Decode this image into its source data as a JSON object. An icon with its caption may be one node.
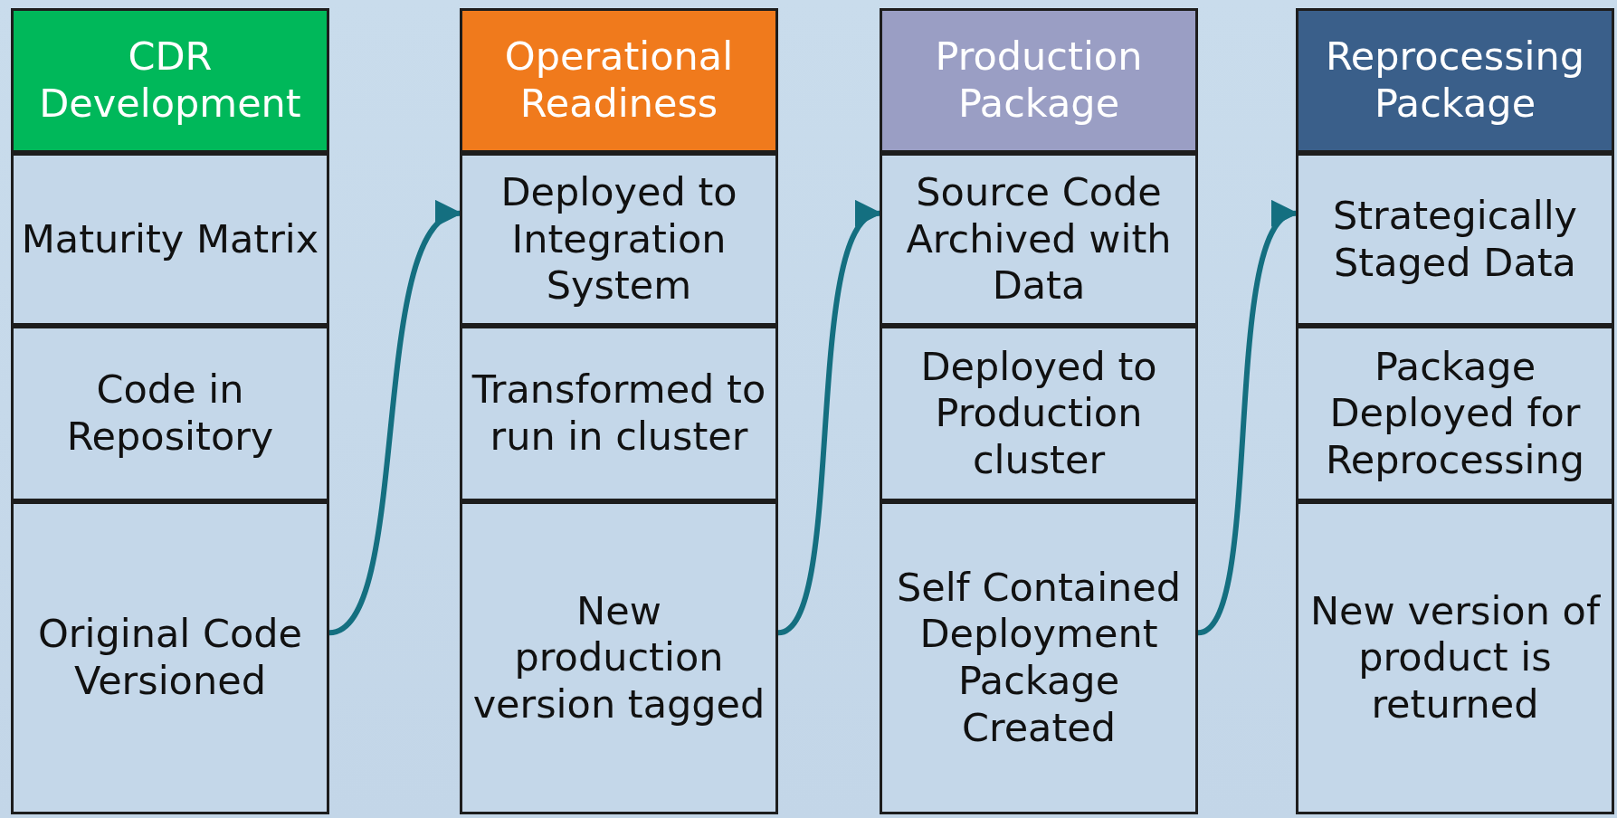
{
  "diagram": {
    "nodes": [
      {
        "text": [
          "CDR Development"
        ]
      },
      {
        "text": [
          "Maturity Matrix"
        ]
      },
      {
        "text": [
          "Code in Repository"
        ]
      },
      {
        "text": [
          "Original Code Versioned"
        ]
      },
      {
        "text": [
          "Operational Readiness"
        ]
      },
      {
        "text": [
          "Deployed to Integration System"
        ]
      },
      {
        "text": [
          "Transformed to run in cluster"
        ]
      },
      {
        "text": [
          "New production version tagged"
        ]
      },
      {
        "text": [
          "Production Package"
        ]
      },
      {
        "text": [
          "Source Code Archived with Data"
        ]
      },
      {
        "text": [
          "Deployed to Production cluster"
        ]
      },
      {
        "text": [
          "Self Contained Deployment Package Created"
        ]
      },
      {
        "text": [
          "Reprocessing Package"
        ]
      },
      {
        "text": [
          "Strategically Staged Data"
        ]
      },
      {
        "text": [
          "Package Deployed for Reprocessing"
        ]
      },
      {
        "text": [
          "New version of product is returned"
        ]
      }
    ],
    "edges": [
      {
        "from": 3,
        "to": 5,
        "arrow": "to"
      },
      {
        "from": 7,
        "to": 9,
        "arrow": "to"
      },
      {
        "from": 11,
        "to": 13,
        "arrow": "to"
      }
    ]
  }
}
